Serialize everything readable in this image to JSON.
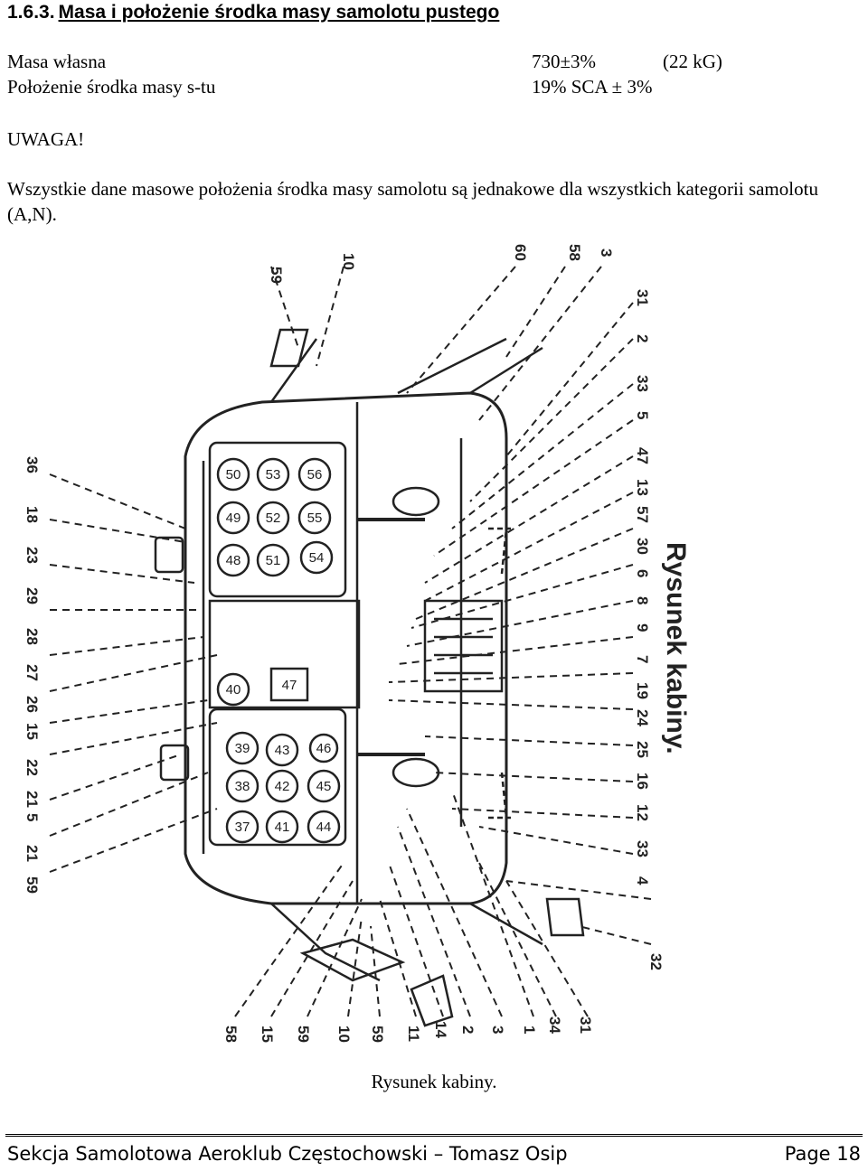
{
  "section": {
    "number": "1.6.3.",
    "title": "Masa i położenie środka masy samolotu pustego"
  },
  "mass_table": [
    {
      "label": "Masa własna",
      "value": "730±3%",
      "extra": "(22 kG)"
    },
    {
      "label": "Położenie środka masy s-tu",
      "value": "19% SCA ± 3%",
      "extra": ""
    }
  ],
  "note": {
    "heading": "UWAGA!",
    "text": "Wszystkie dane masowe położenia środka masy samolotu są jednakowe dla wszystkich kategorii samolotu (A,N)."
  },
  "figure": {
    "inner_caption": "Rysunek kabiny.",
    "gauges": [
      "50",
      "53",
      "56",
      "49",
      "52",
      "55",
      "48",
      "51",
      "54",
      "47",
      "40",
      "39",
      "43",
      "46",
      "38",
      "42",
      "45",
      "37",
      "41",
      "44"
    ],
    "callouts_top": [
      "59",
      "10",
      "60",
      "58",
      "3",
      "31",
      "2",
      "33",
      "5",
      "47",
      "13",
      "57",
      "30",
      "6",
      "8",
      "9",
      "7",
      "19",
      "24",
      "25",
      "16",
      "12",
      "33",
      "4",
      "32"
    ],
    "callouts_left": [
      "36",
      "18",
      "23",
      "29",
      "28",
      "27",
      "26",
      "15",
      "22",
      "21",
      "5",
      "21",
      "59"
    ],
    "callouts_bottom": [
      "58",
      "15",
      "59",
      "10",
      "59",
      "11",
      "14",
      "2",
      "3",
      "1",
      "34",
      "31"
    ]
  },
  "caption": "Rysunek kabiny.",
  "footer": {
    "left": "Sekcja Samolotowa  Aeroklub Częstochowski – Tomasz Osip",
    "right": "Page 18"
  }
}
